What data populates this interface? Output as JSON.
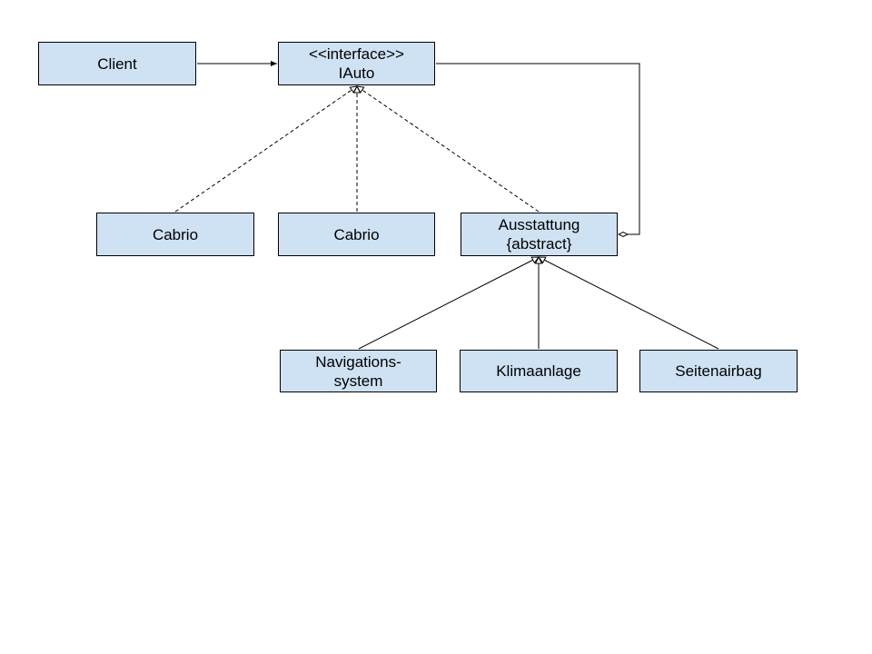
{
  "diagram": {
    "type": "uml-class-diagram",
    "nodes": {
      "client": {
        "line1": "Client"
      },
      "iauto": {
        "line1": "<<interface>>",
        "line2": "IAuto"
      },
      "cabrio_1": {
        "line1": "Cabrio"
      },
      "cabrio_2": {
        "line1": "Cabrio"
      },
      "ausstattung": {
        "line1": "Ausstattung",
        "line2": "{abstract}"
      },
      "navi": {
        "line1": "Navigations-",
        "line2": "system"
      },
      "klima": {
        "line1": "Klimaanlage"
      },
      "airbag": {
        "line1": "Seitenairbag"
      }
    },
    "edges": [
      {
        "from": "client",
        "to": "iauto",
        "kind": "association"
      },
      {
        "from": "cabrio_1",
        "to": "iauto",
        "kind": "realization"
      },
      {
        "from": "cabrio_2",
        "to": "iauto",
        "kind": "realization"
      },
      {
        "from": "ausstattung",
        "to": "iauto",
        "kind": "realization"
      },
      {
        "from": "ausstattung",
        "to": "iauto",
        "kind": "aggregation"
      },
      {
        "from": "navi",
        "to": "ausstattung",
        "kind": "generalization"
      },
      {
        "from": "klima",
        "to": "ausstattung",
        "kind": "generalization"
      },
      {
        "from": "airbag",
        "to": "ausstattung",
        "kind": "generalization"
      }
    ],
    "colors": {
      "node_fill": "#cfe2f3",
      "node_border": "#000000",
      "edge": "#000000"
    }
  }
}
